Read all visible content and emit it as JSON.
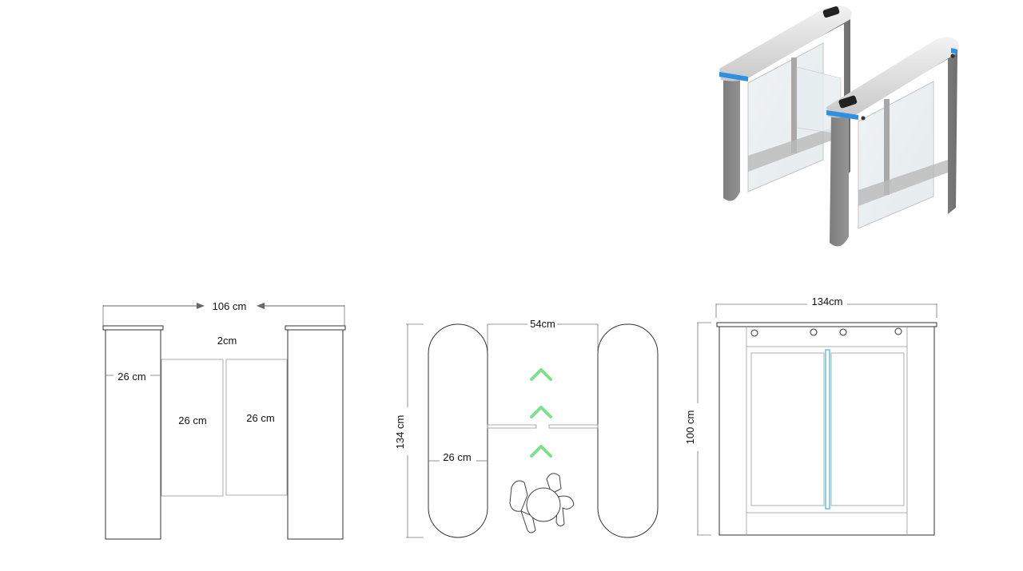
{
  "product_render": {
    "icon": "swing-barrier-turnstile-render"
  },
  "front_view": {
    "width_label": "106 cm",
    "gap_label": "2cm",
    "cabinet_width_label": "26 cm",
    "left_wing_label": "26 cm",
    "right_wing_label": "26 cm"
  },
  "top_view": {
    "passage_label": "54cm",
    "length_label": "134 cm",
    "cabinet_width_label": "26 cm",
    "direction_icon": "walk-direction-chevron-icon",
    "person_icon": "person-top-view-icon"
  },
  "side_view": {
    "length_label": "134cm",
    "height_label": "100 cm"
  },
  "colors": {
    "accent_blue": "#2f8fe0",
    "chevron_green": "#7ee08a",
    "steel": "#9a9a9a",
    "glass_line": "#5fc3dd"
  }
}
